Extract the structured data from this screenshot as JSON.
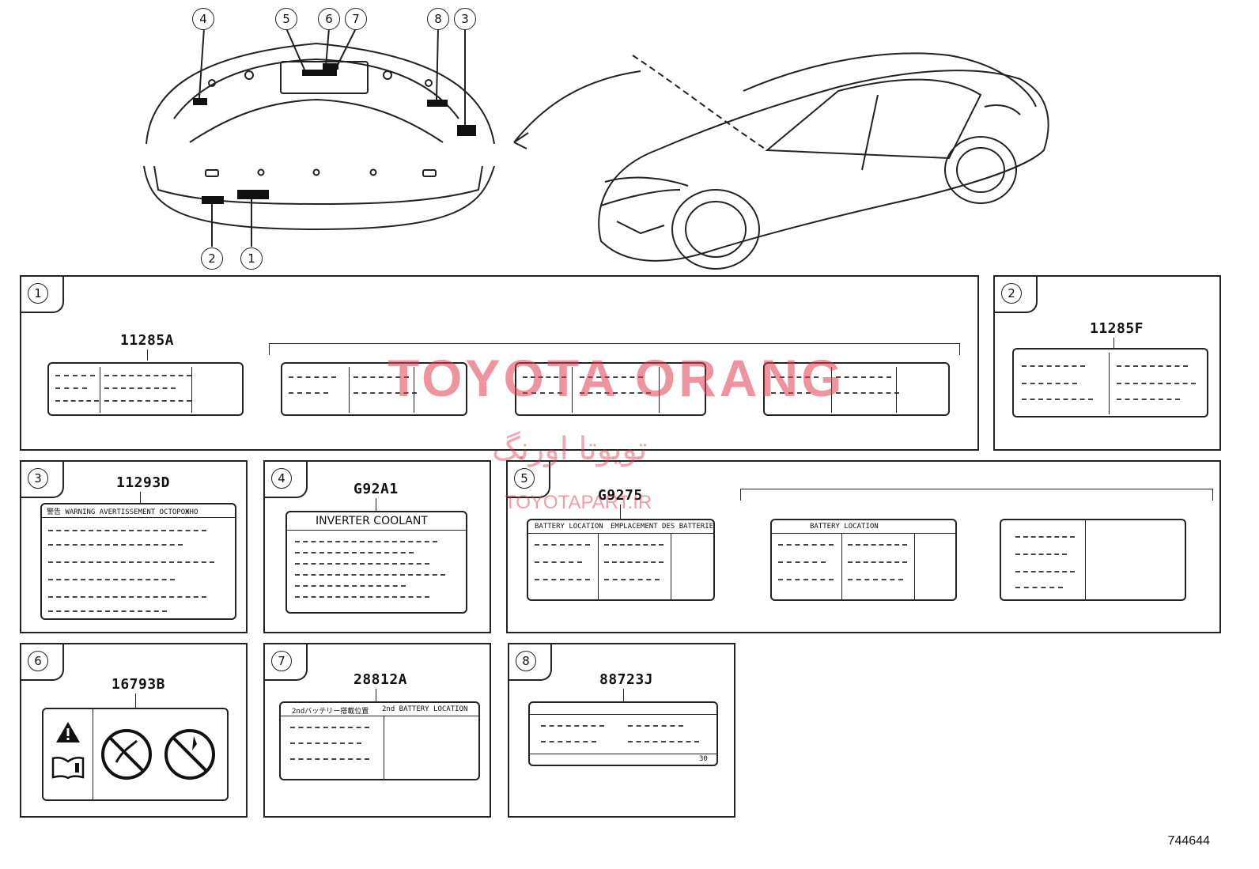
{
  "overview": {
    "callouts": [
      "1",
      "2",
      "3",
      "4",
      "5",
      "6",
      "7",
      "8"
    ]
  },
  "panels": [
    {
      "num": "1",
      "part": "11285A"
    },
    {
      "num": "2",
      "part": "11285F"
    },
    {
      "num": "3",
      "part": "11293D"
    },
    {
      "num": "4",
      "part": "G92A1"
    },
    {
      "num": "5",
      "part": "G9275"
    },
    {
      "num": "6",
      "part": "16793B"
    },
    {
      "num": "7",
      "part": "28812A"
    },
    {
      "num": "8",
      "part": "88723J"
    }
  ],
  "labels": {
    "warning_header": "警告 WARNING AVERTISSEMENT ОСТОРОЖНО",
    "inverter_coolant": "INVERTER COOLANT",
    "battery_location": "BATTERY LOCATION",
    "emplacement": "EMPLACEMENT DES BATTERIES",
    "battery_location_short": "BATTERY LOCATION",
    "second_battery_jp": "2ndバッテリー搭載位置",
    "second_battery_en": "2nd BATTERY LOCATION",
    "label8_num": "30"
  },
  "watermark": {
    "brand": "TOYOTA ORANG",
    "persian": "تویوتا اورنگ",
    "site": "TOYOTAPART.IR"
  },
  "diagram_code": "744644"
}
